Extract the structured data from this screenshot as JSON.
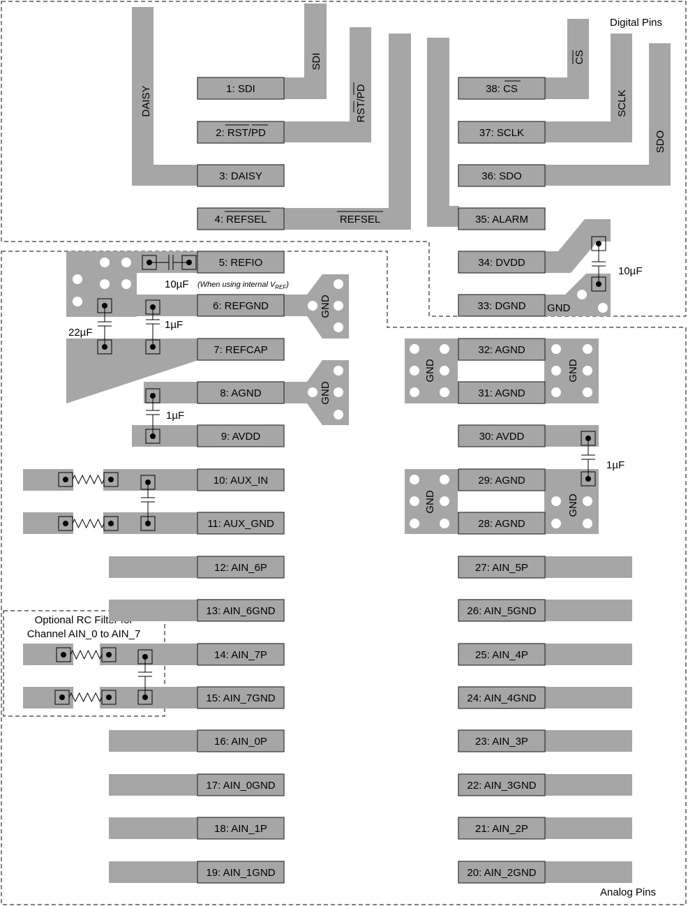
{
  "regions": {
    "digital_label": "Digital Pins",
    "analog_label": "Analog Pins",
    "rc_filter_label_line1": "Optional RC Filter for",
    "rc_filter_label_line2": "Channel AIN_0 to AIN_7"
  },
  "left_pins": [
    {
      "label": "1: SDI"
    },
    {
      "label": "2: RST/PD"
    },
    {
      "label": "3: DAISY"
    },
    {
      "label": "4: REFSEL"
    },
    {
      "label": "5: REFIO"
    },
    {
      "label": "6: REFGND"
    },
    {
      "label": "7: REFCAP"
    },
    {
      "label": "8: AGND"
    },
    {
      "label": "9: AVDD"
    },
    {
      "label": "10: AUX_IN"
    },
    {
      "label": "11: AUX_GND"
    },
    {
      "label": "12: AIN_6P"
    },
    {
      "label": "13: AIN_6GND"
    },
    {
      "label": "14: AIN_7P"
    },
    {
      "label": "15: AIN_7GND"
    },
    {
      "label": "16: AIN_0P"
    },
    {
      "label": "17: AIN_0GND"
    },
    {
      "label": "18: AIN_1P"
    },
    {
      "label": "19: AIN_1GND"
    }
  ],
  "right_pins": [
    {
      "label": "38: CS"
    },
    {
      "label": "37: SCLK"
    },
    {
      "label": "36: SDO"
    },
    {
      "label": "35: ALARM"
    },
    {
      "label": "34: DVDD"
    },
    {
      "label": "33: DGND"
    },
    {
      "label": "32: AGND"
    },
    {
      "label": "31: AGND"
    },
    {
      "label": "30: AVDD"
    },
    {
      "label": "29: AGND"
    },
    {
      "label": "28: AGND"
    },
    {
      "label": "27: AIN_5P"
    },
    {
      "label": "26: AIN_5GND"
    },
    {
      "label": "25: AIN_4P"
    },
    {
      "label": "24: AIN_4GND"
    },
    {
      "label": "23: AIN_3P"
    },
    {
      "label": "22: AIN_3GND"
    },
    {
      "label": "21: AIN_2P"
    },
    {
      "label": "20: AIN_2GND"
    }
  ],
  "traces": {
    "daisy": "DAISY",
    "sdi": "SDI",
    "rst_pd": "RST/PD",
    "refsel": "REFSEL",
    "cs": "CS",
    "sclk": "SCLK",
    "sdo": "SDO",
    "gnd": "GND"
  },
  "components": {
    "cap_refio": "10µF",
    "refio_note": "(When using internal V",
    "refio_note_sub": "REF",
    "refio_note_end": ")",
    "cap_refcap_big": "22µF",
    "cap_refcap_small": "1µF",
    "cap_avdd": "1µF",
    "cap_dvdd": "10µF",
    "cap_avdd_right": "1µF"
  },
  "colors": {
    "copper": "#A6A6A6",
    "pad_outline": "#333333"
  }
}
